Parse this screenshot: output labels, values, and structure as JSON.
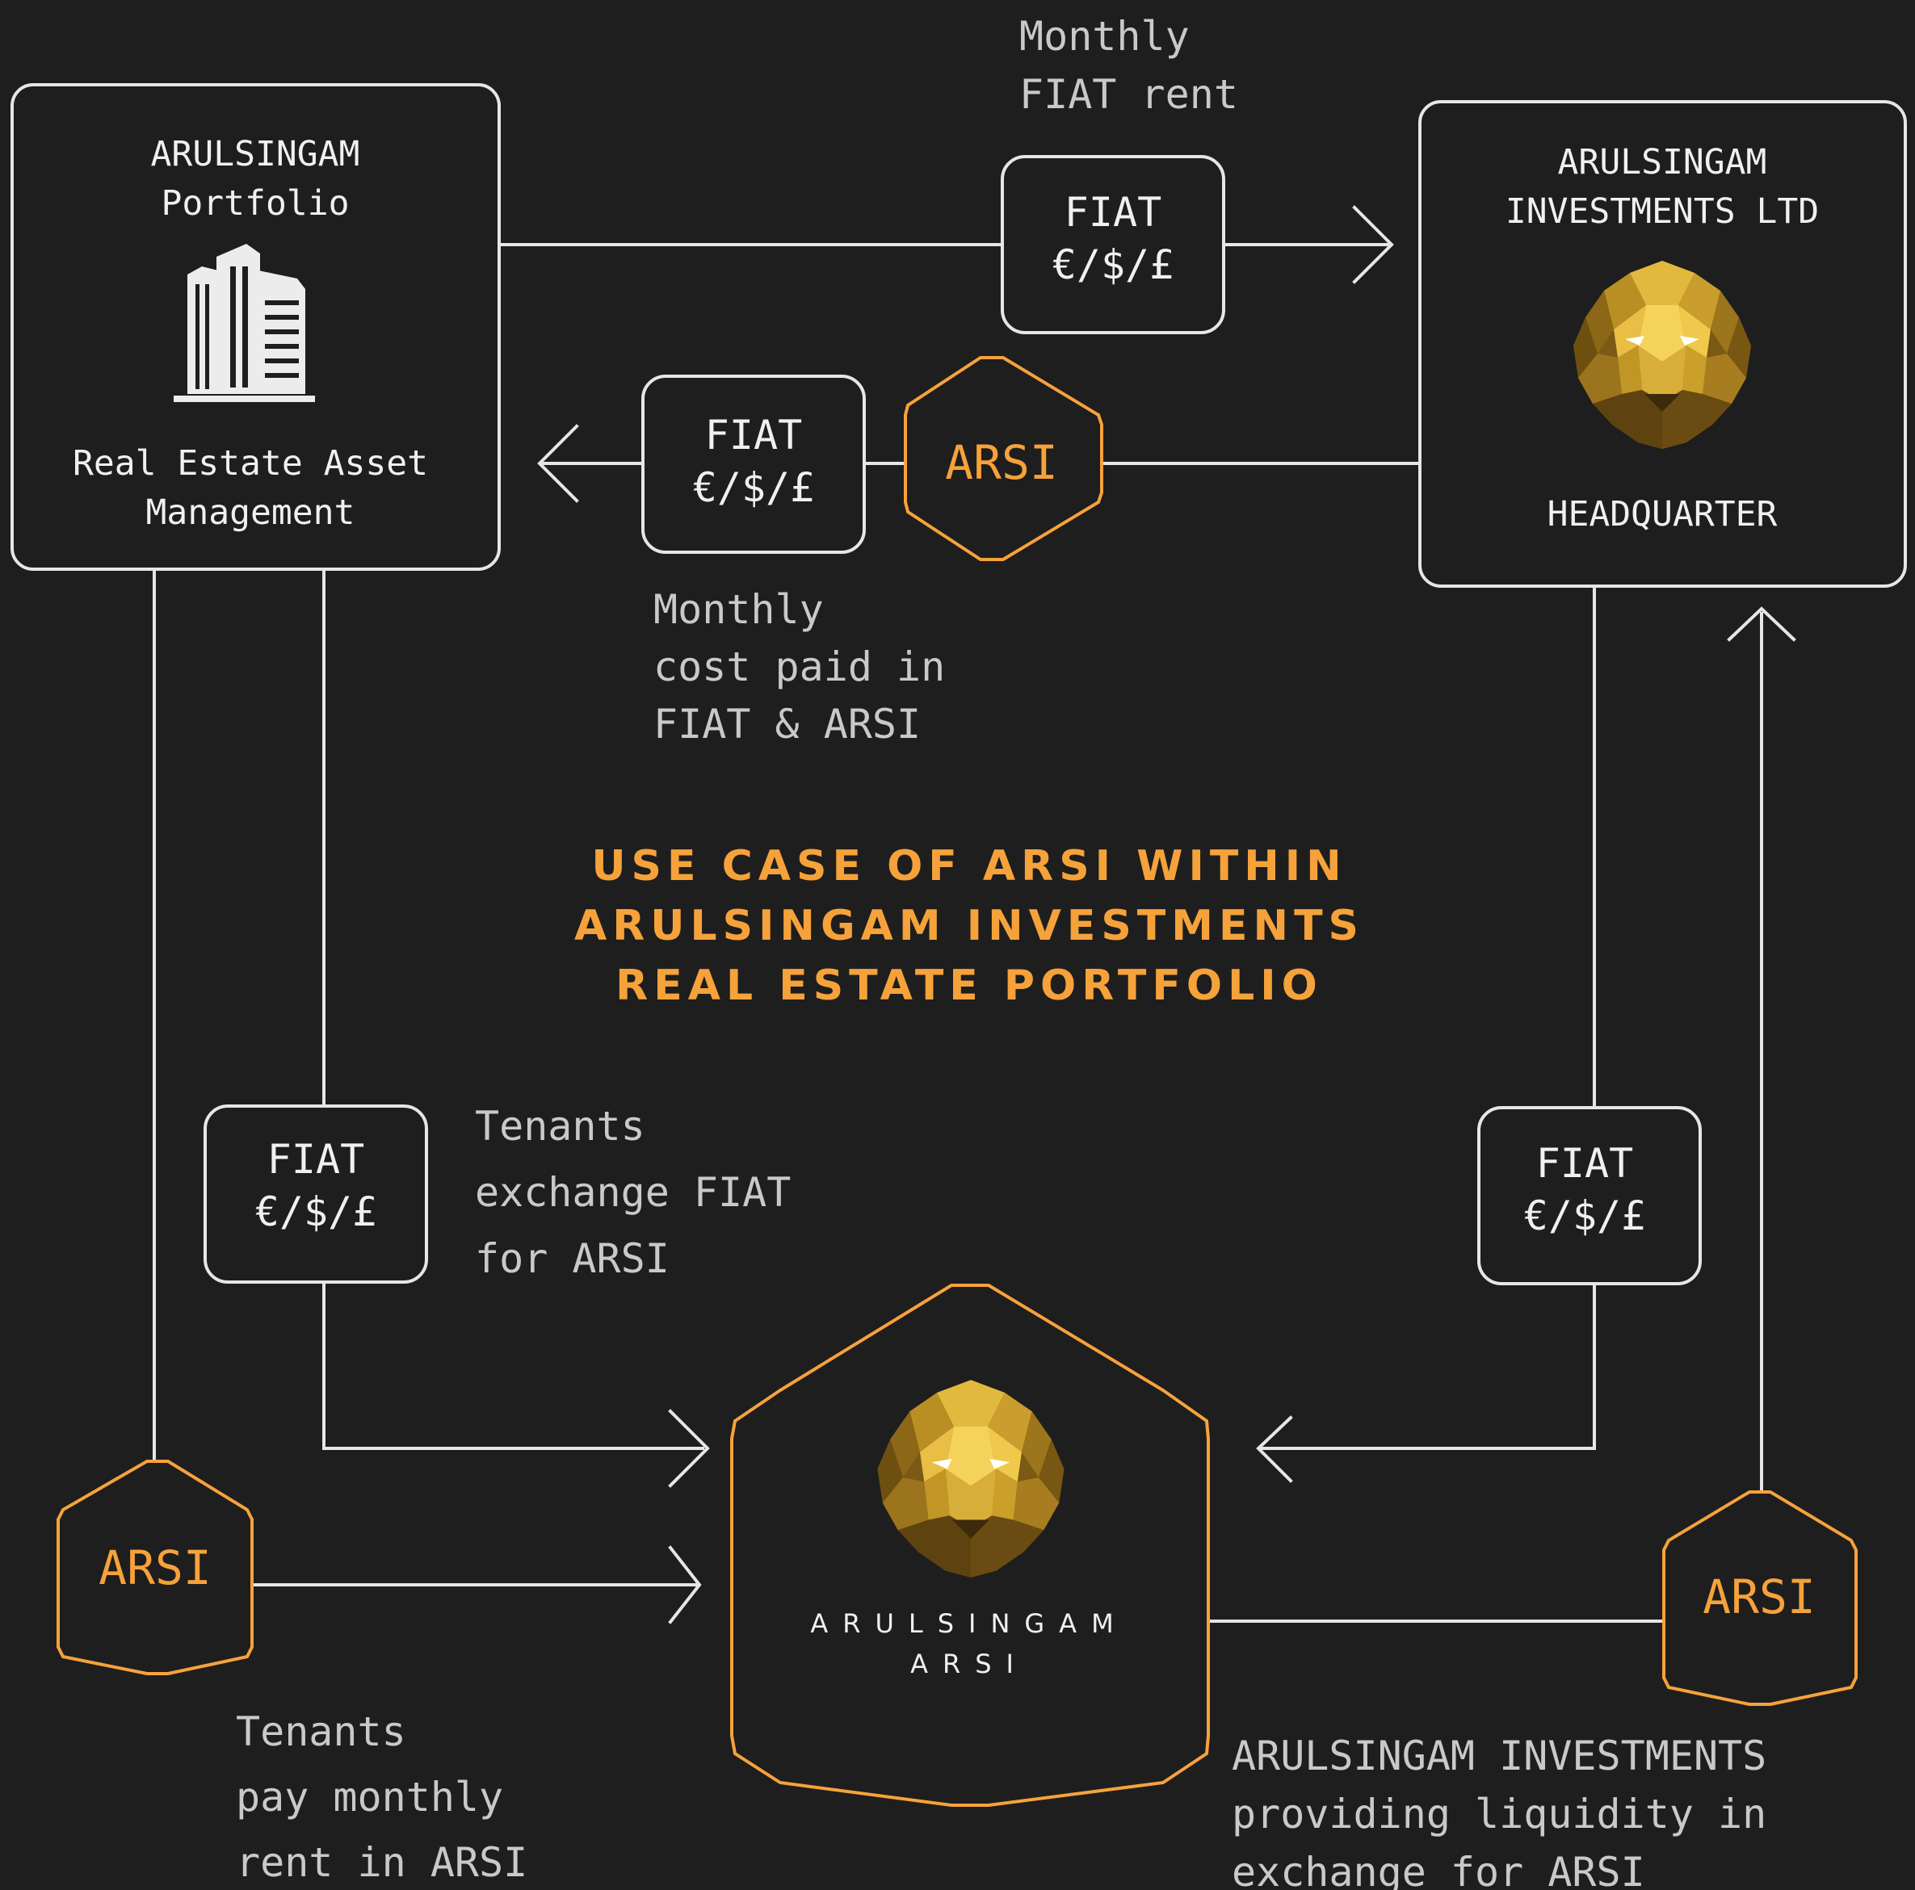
{
  "colors": {
    "background": "#1e1e1e",
    "line": "#e6e6e6",
    "accent": "#f6a23b",
    "label_grey": "#c9c9c9",
    "gold": "#d8a93a"
  },
  "title": {
    "line1": "USE CASE OF ARSI WITHIN",
    "line2": "ARULSINGAM INVESTMENTS",
    "line3": "REAL ESTATE PORTFOLIO"
  },
  "portfolio": {
    "title1": "ARULSINGAM",
    "title2": "Portfolio",
    "footer1": "Real Estate Asset",
    "footer2": "Management",
    "icon": "buildings-icon"
  },
  "hq": {
    "title1": "ARULSINGAM",
    "title2": "INVESTMENTS LTD",
    "footer": "HEADQUARTER",
    "icon": "lion-head-icon"
  },
  "center": {
    "brand": "ARULSINGAM",
    "sub": "ARSI",
    "icon": "lion-head-icon"
  },
  "fiat": {
    "label": "FIAT",
    "currencies": "€/$/£"
  },
  "arsi": {
    "label": "ARSI"
  },
  "annotations": {
    "rent_top": [
      "Monthly",
      "FIAT rent"
    ],
    "cost": [
      "Monthly",
      "cost paid in",
      "FIAT & ARSI"
    ],
    "tenants_exchange": [
      "Tenants",
      "exchange FIAT",
      "for ARSI"
    ],
    "tenants_pay": [
      "Tenants",
      "pay monthly",
      "rent in ARSI"
    ],
    "liquidity": [
      "ARULSINGAM INVESTMENTS",
      "providing liquidity in",
      "exchange for ARSI"
    ]
  }
}
